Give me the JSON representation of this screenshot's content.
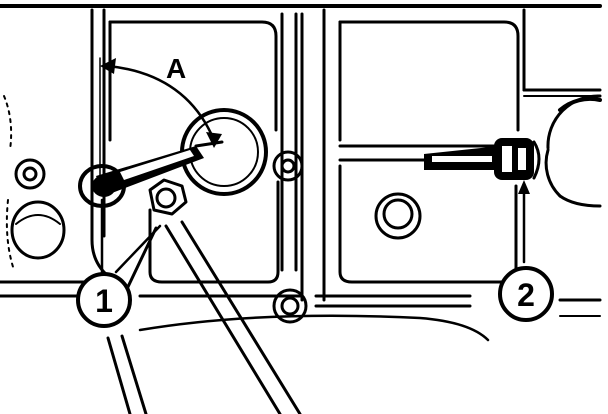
{
  "diagram": {
    "angle_label": "A",
    "callouts": [
      {
        "id": "1",
        "text": "1"
      },
      {
        "id": "2",
        "text": "2"
      }
    ],
    "colors": {
      "ink": "#000000",
      "paper": "#ffffff"
    }
  }
}
